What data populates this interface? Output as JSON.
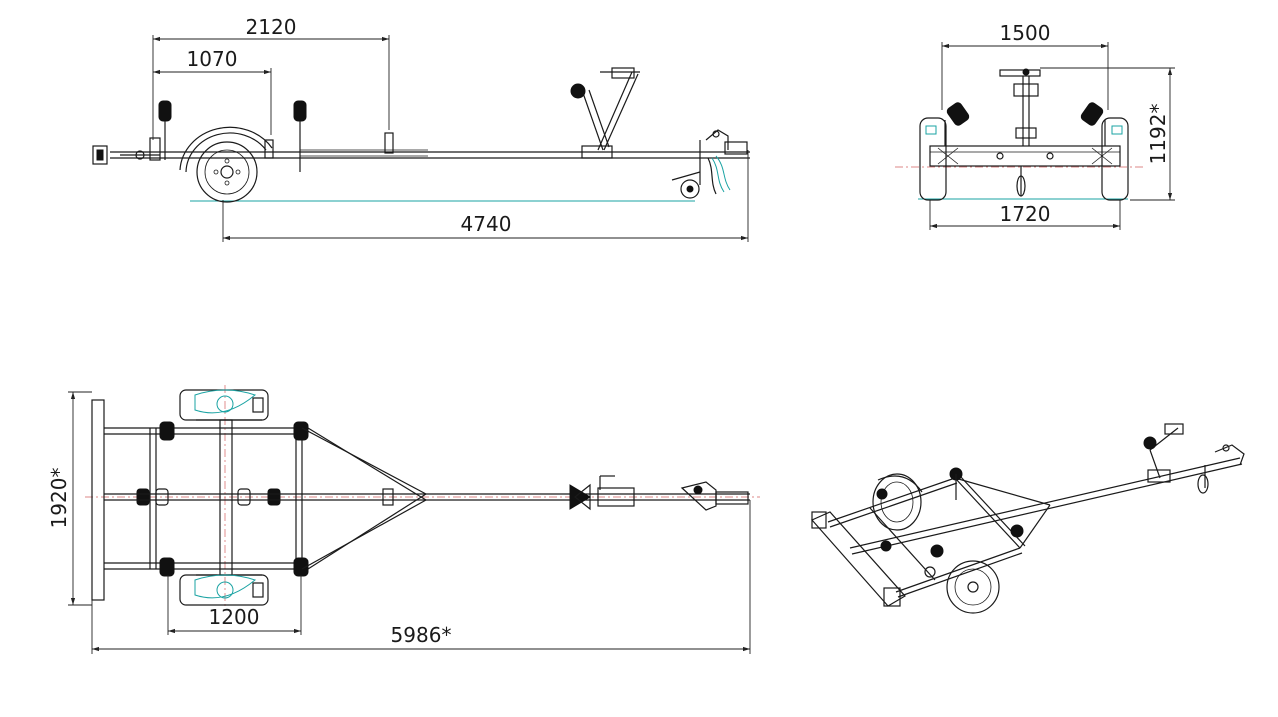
{
  "dimensions": {
    "side_view": {
      "d_2120": "2120",
      "d_1070": "1070",
      "d_4740": "4740"
    },
    "rear_view": {
      "d_1500": "1500",
      "d_1192": "1192*",
      "d_1720": "1720"
    },
    "top_view": {
      "d_1920": "1920*",
      "d_1200": "1200",
      "d_5986": "5986*"
    }
  },
  "colors": {
    "line": "#1a1a1a",
    "accent": "#1aa3a3",
    "centerline": "#d46060"
  }
}
